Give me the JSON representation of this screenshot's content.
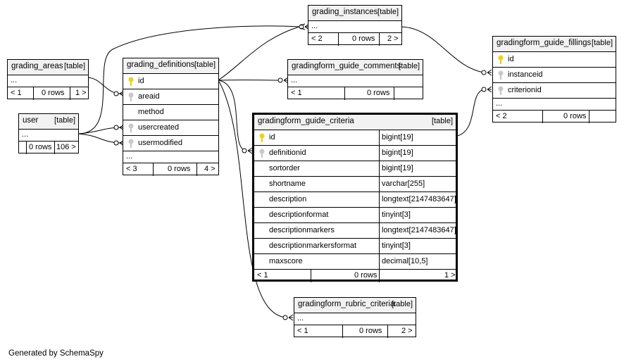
{
  "credit": "Generated by SchemaSpy",
  "colors": {
    "primary_key": "#e8d21e",
    "foreign_key": "#c8c8c8",
    "header_bg": "#f2f2f2",
    "line": "#000000"
  },
  "tables": {
    "grading_instances": {
      "name": "grading_instances",
      "tag": "[table]",
      "ellipsis": "...",
      "prev": "< 2",
      "rows": "0 rows",
      "next": "2 >"
    },
    "grading_areas": {
      "name": "grading_areas",
      "tag": "[table]",
      "ellipsis": "...",
      "prev": "< 1",
      "rows": "0 rows",
      "next": "1 >"
    },
    "user": {
      "name": "user",
      "tag": "[table]",
      "ellipsis": "...",
      "prev": "",
      "rows": "0 rows",
      "next": "106 >"
    },
    "grading_definitions": {
      "name": "grading_definitions",
      "tag": "[table]",
      "columns": [
        {
          "name": "id",
          "key": "primary"
        },
        {
          "name": "areaid",
          "key": "foreign"
        },
        {
          "name": "method",
          "key": "none"
        },
        {
          "name": "usercreated",
          "key": "foreign"
        },
        {
          "name": "usermodified",
          "key": "foreign"
        }
      ],
      "ellipsis": "...",
      "prev": "< 3",
      "rows": "0 rows",
      "next": "4 >"
    },
    "gradingform_guide_comments": {
      "name": "gradingform_guide_comments",
      "tag": "[table]",
      "ellipsis": "...",
      "prev": "< 1",
      "rows": "0 rows",
      "next": ""
    },
    "gradingform_guide_fillings": {
      "name": "gradingform_guide_fillings",
      "tag": "[table]",
      "columns": [
        {
          "name": "id",
          "key": "primary"
        },
        {
          "name": "instanceid",
          "key": "foreign"
        },
        {
          "name": "criterionid",
          "key": "foreign"
        }
      ],
      "ellipsis": "...",
      "prev": "< 2",
      "rows": "0 rows",
      "next": ""
    },
    "gradingform_guide_criteria": {
      "name": "gradingform_guide_criteria",
      "tag": "[table]",
      "columns": [
        {
          "name": "id",
          "type": "bigint[19]",
          "key": "primary"
        },
        {
          "name": "definitionid",
          "type": "bigint[19]",
          "key": "foreign"
        },
        {
          "name": "sortorder",
          "type": "bigint[19]",
          "key": "none"
        },
        {
          "name": "shortname",
          "type": "varchar[255]",
          "key": "none"
        },
        {
          "name": "description",
          "type": "longtext[2147483647]",
          "key": "none"
        },
        {
          "name": "descriptionformat",
          "type": "tinyint[3]",
          "key": "none"
        },
        {
          "name": "descriptionmarkers",
          "type": "longtext[2147483647]",
          "key": "none"
        },
        {
          "name": "descriptionmarkersformat",
          "type": "tinyint[3]",
          "key": "none"
        },
        {
          "name": "maxscore",
          "type": "decimal[10,5]",
          "key": "none"
        }
      ],
      "prev": "< 1",
      "rows": "0 rows",
      "next": "1 >"
    },
    "gradingform_rubric_criteria": {
      "name": "gradingform_rubric_criteria",
      "tag": "[table]",
      "ellipsis": "...",
      "prev": "< 1",
      "rows": "0 rows",
      "next": "2 >"
    }
  },
  "relationships": [
    {
      "from": "grading_areas",
      "to": "grading_definitions.areaid"
    },
    {
      "from": "user",
      "to": "grading_definitions.usercreated"
    },
    {
      "from": "user",
      "to": "grading_definitions.usermodified"
    },
    {
      "from": "user",
      "to": "grading_instances"
    },
    {
      "from": "grading_definitions",
      "to": "grading_instances"
    },
    {
      "from": "grading_definitions",
      "to": "gradingform_guide_comments"
    },
    {
      "from": "grading_definitions",
      "to": "gradingform_guide_criteria.definitionid"
    },
    {
      "from": "grading_definitions",
      "to": "gradingform_rubric_criteria"
    },
    {
      "from": "grading_instances",
      "to": "gradingform_guide_fillings.instanceid"
    },
    {
      "from": "gradingform_guide_criteria",
      "to": "gradingform_guide_fillings.criterionid"
    }
  ]
}
